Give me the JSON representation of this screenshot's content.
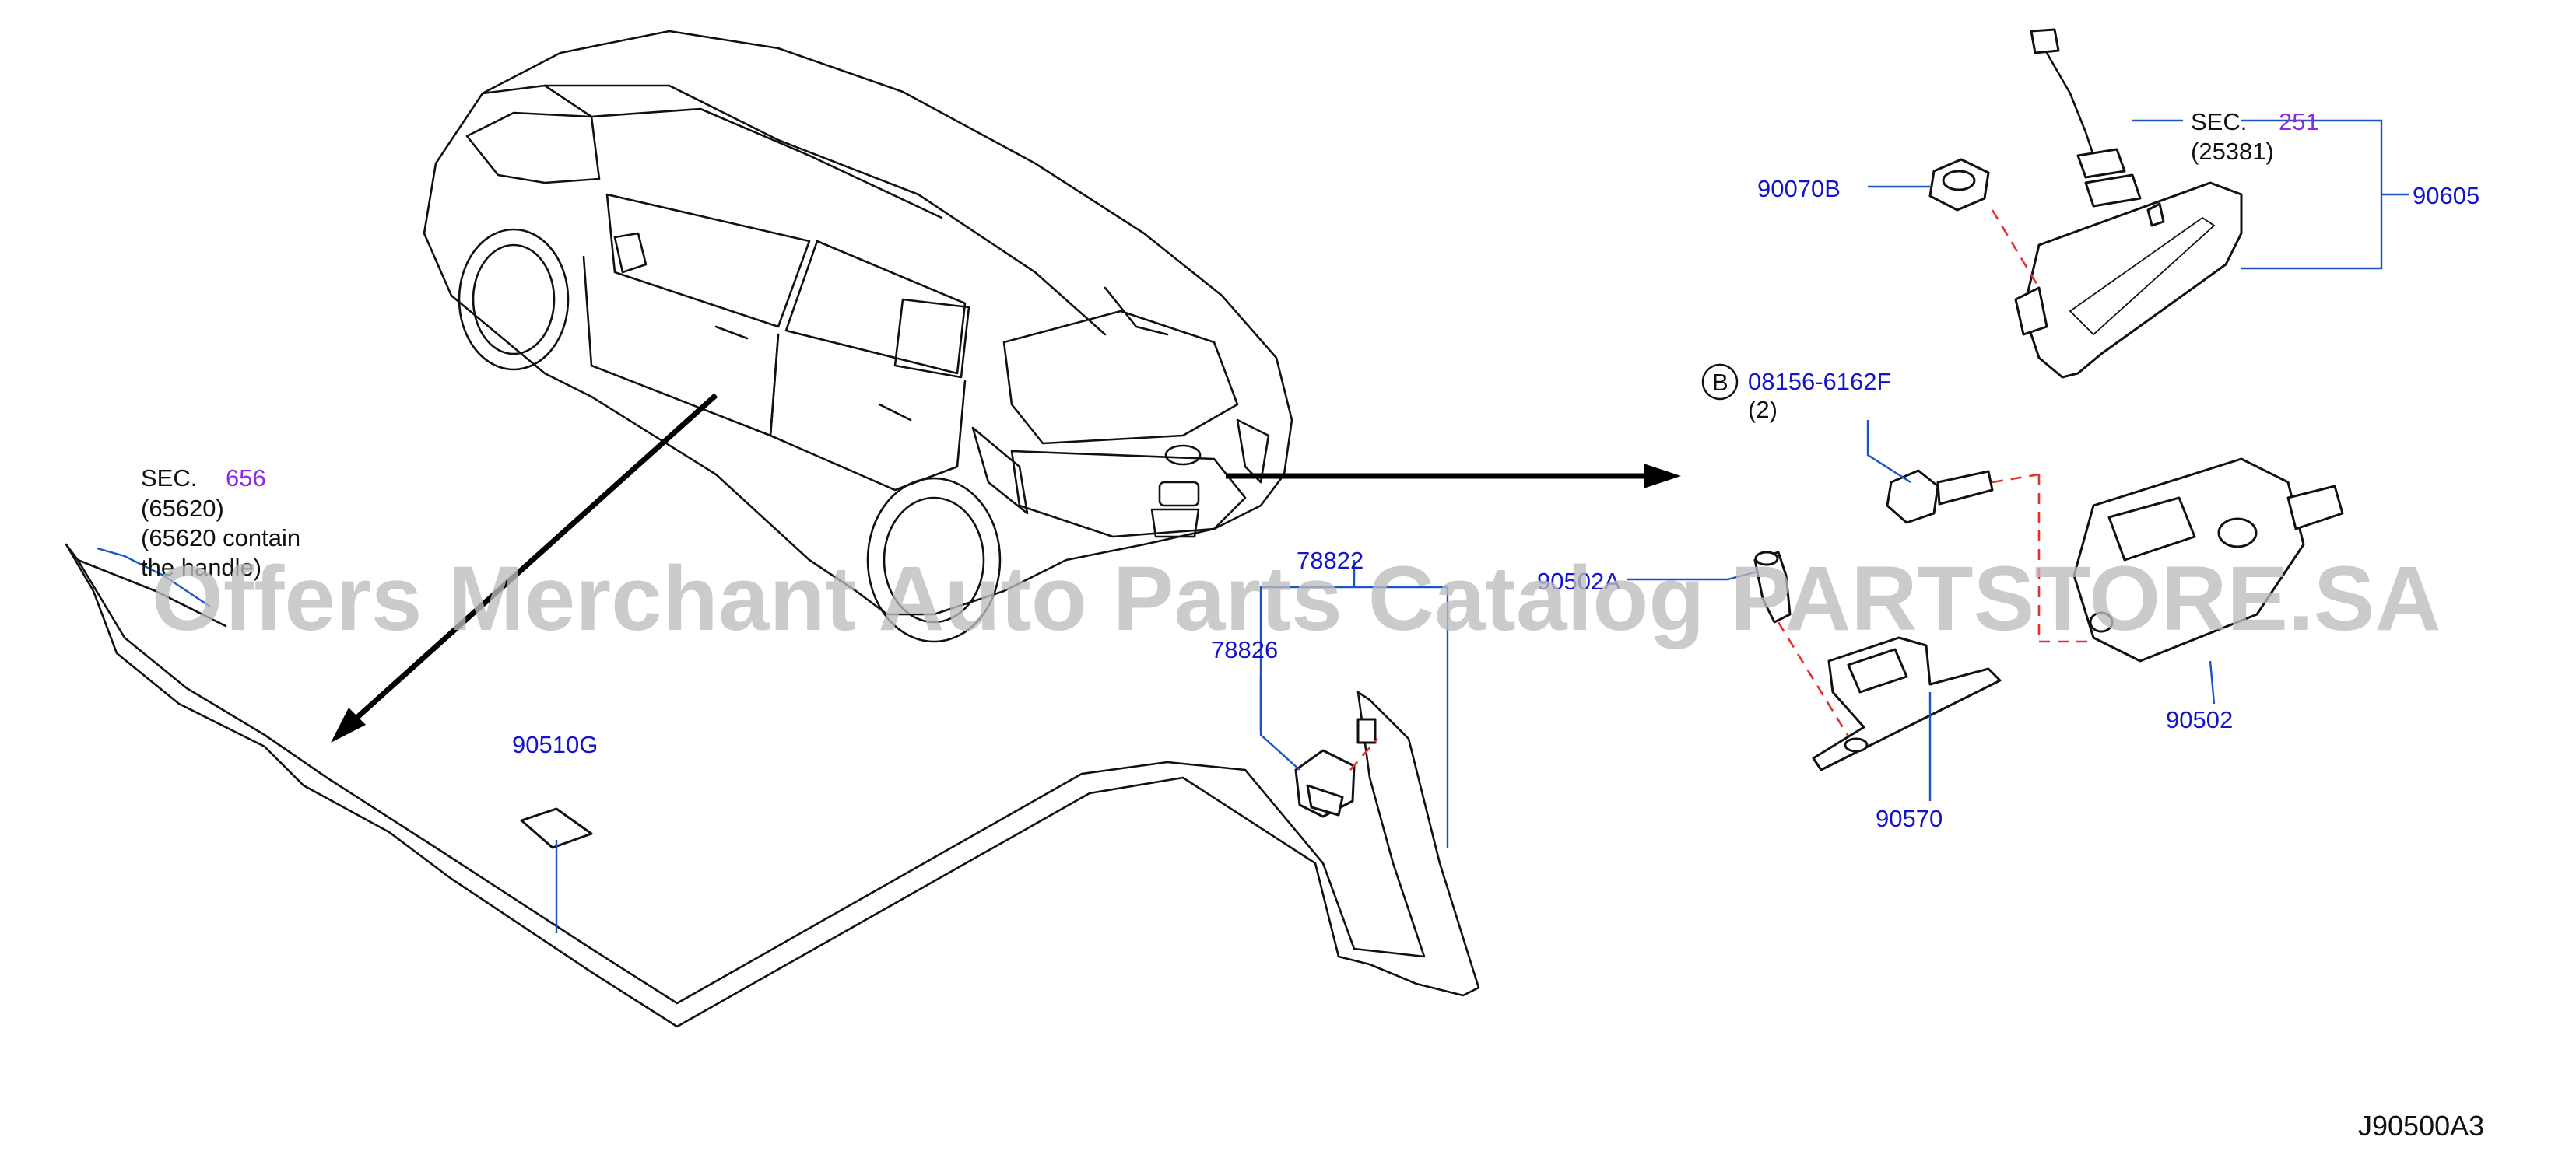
{
  "diagram": {
    "drawing_code": "J90500A3",
    "watermark": "Offers Merchant Auto Parts Catalog PARTSTORE.SA",
    "part_numbers": {
      "p_78822": "78822",
      "p_78826": "78826",
      "p_90510G": "90510G",
      "p_90502A": "90502A",
      "p_90502": "90502",
      "p_90570": "90570",
      "p_90605": "90605",
      "p_90070B": "90070B",
      "p_08156": "08156-6162F",
      "p_08156_qty": "(2)",
      "bolt_marker": "B"
    },
    "sec_656": {
      "prefix": "SEC.",
      "number": "656",
      "line1": "(65620)",
      "line2": "(65620   contain",
      "line3": "the handle)"
    },
    "sec_251": {
      "prefix": "SEC.",
      "number": "251",
      "line1": "(25381)"
    },
    "colors": {
      "label": "#1414c8",
      "section_number": "#8a2be2",
      "leader": "#1a55c0",
      "hidden_line": "#e03030",
      "watermark": "#bdbdbd"
    }
  }
}
